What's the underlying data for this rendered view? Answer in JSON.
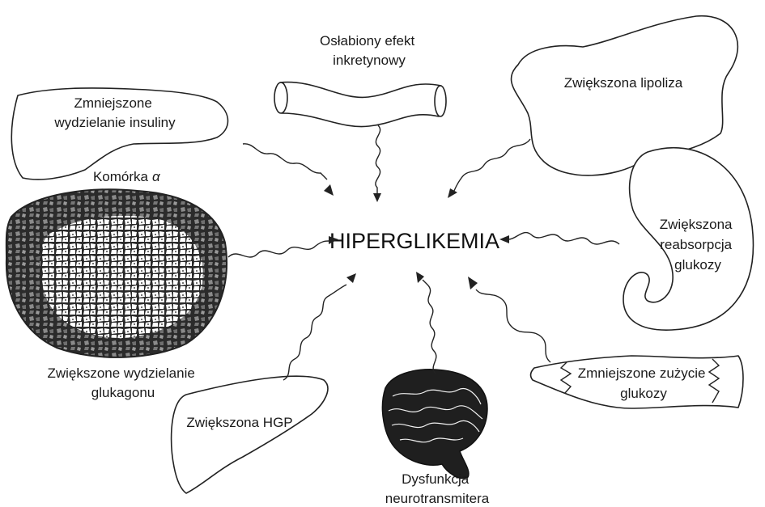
{
  "center_label": "HIPERGLIKEMIA",
  "nodes": {
    "incretin": {
      "lines": [
        "Osłabiony efekt",
        "inkretynowy"
      ]
    },
    "pancreas": {
      "lines": [
        "Zmniejszone",
        "wydzielanie insuliny"
      ]
    },
    "lipolysis": {
      "lines": [
        "Zwiększona lipoliza"
      ]
    },
    "alpha_cell": {
      "label": "Komórka",
      "greek": "α"
    },
    "kidney": {
      "lines": [
        "Zwiększona",
        "reabsorpcja",
        "glukozy"
      ]
    },
    "glucagon": {
      "lines": [
        "Zwiększone wydzielanie",
        "glukagonu"
      ]
    },
    "liver": {
      "lines": [
        "Zwiększona HGP"
      ]
    },
    "brain": {
      "lines": [
        "Dysfunkcja",
        "neurotransmitera"
      ]
    },
    "muscle": {
      "lines": [
        "Zmniejszone zużycie",
        "glukozy"
      ]
    }
  }
}
